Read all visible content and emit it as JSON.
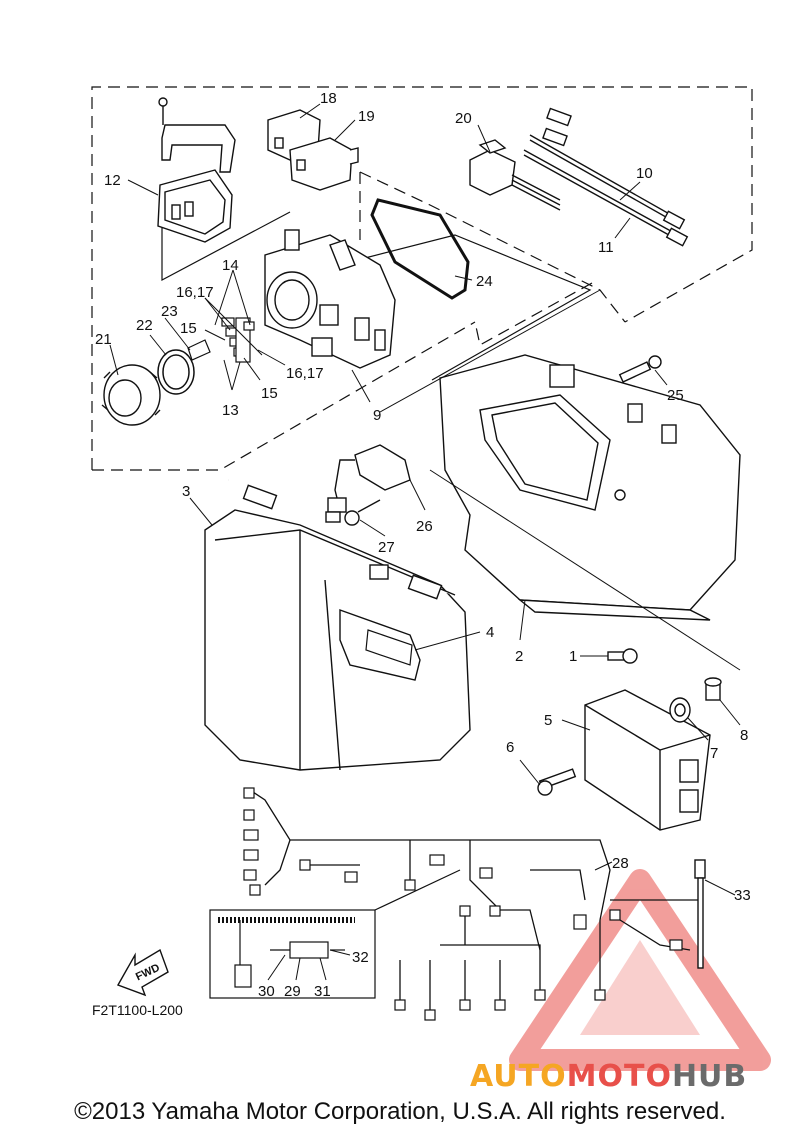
{
  "callouts": {
    "c1": "1",
    "c2": "2",
    "c3": "3",
    "c4": "4",
    "c5": "5",
    "c6": "6",
    "c7": "7",
    "c8": "8",
    "c9": "9",
    "c10": "10",
    "c11": "11",
    "c12": "12",
    "c13": "13",
    "c14": "14",
    "c15a": "15",
    "c15b": "15",
    "c1617a": "16,17",
    "c1617b": "16,17",
    "c18": "18",
    "c19": "19",
    "c20": "20",
    "c21": "21",
    "c22": "22",
    "c23": "23",
    "c24": "24",
    "c25": "25",
    "c26": "26",
    "c27": "27",
    "c28": "28",
    "c29": "29",
    "c30": "30",
    "c31": "31",
    "c32": "32",
    "c33": "33"
  },
  "fwd_label": "FWD",
  "diagram_code": "F2T1100-L200",
  "copyright": "©2013 Yamaha Motor Corporation, U.S.A. All rights reserved.",
  "watermark": {
    "part1": "AUTO",
    "part2": "MOTO",
    "part3": "HUB"
  },
  "colors": {
    "watermark_orange": "#f5a623",
    "watermark_red": "#e8504a",
    "watermark_gray": "#6b6b6b"
  }
}
